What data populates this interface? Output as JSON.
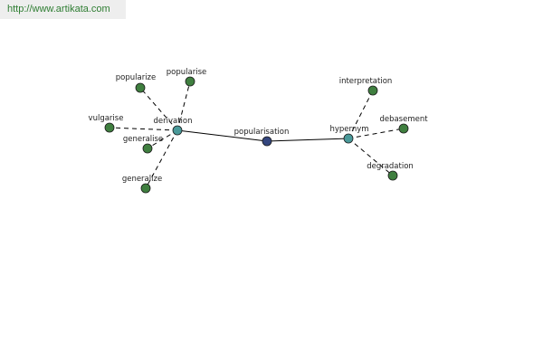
{
  "header": {
    "url": "http://www.artikata.com"
  },
  "colors": {
    "center": "#34467e",
    "hub": "#4a9a9a",
    "leaf": "#3f7f3f",
    "link": "#2e7d32"
  },
  "graph": {
    "nodes": [
      {
        "id": "popularisation",
        "label": "popularisation",
        "kind": "center"
      },
      {
        "id": "derivation",
        "label": "derivation",
        "kind": "hub"
      },
      {
        "id": "hypernym",
        "label": "hypernym",
        "kind": "hub"
      },
      {
        "id": "popularize",
        "label": "popularize",
        "kind": "leaf"
      },
      {
        "id": "popularise",
        "label": "popularise",
        "kind": "leaf"
      },
      {
        "id": "vulgarise",
        "label": "vulgarise",
        "kind": "leaf"
      },
      {
        "id": "generalise",
        "label": "generalise",
        "kind": "leaf"
      },
      {
        "id": "generalize",
        "label": "generalize",
        "kind": "leaf"
      },
      {
        "id": "interpretation",
        "label": "interpretation",
        "kind": "leaf"
      },
      {
        "id": "debasement",
        "label": "debasement",
        "kind": "leaf"
      },
      {
        "id": "degradation",
        "label": "degradation",
        "kind": "leaf"
      }
    ],
    "edges": [
      {
        "from": "derivation",
        "to": "popularisation",
        "style": "solid"
      },
      {
        "from": "popularisation",
        "to": "hypernym",
        "style": "solid"
      },
      {
        "from": "derivation",
        "to": "popularize",
        "style": "dashed"
      },
      {
        "from": "derivation",
        "to": "popularise",
        "style": "dashed"
      },
      {
        "from": "derivation",
        "to": "vulgarise",
        "style": "dashed"
      },
      {
        "from": "derivation",
        "to": "generalise",
        "style": "dashed"
      },
      {
        "from": "derivation",
        "to": "generalize",
        "style": "dashed"
      },
      {
        "from": "hypernym",
        "to": "interpretation",
        "style": "dashed"
      },
      {
        "from": "hypernym",
        "to": "debasement",
        "style": "dashed"
      },
      {
        "from": "hypernym",
        "to": "degradation",
        "style": "dashed"
      }
    ]
  }
}
